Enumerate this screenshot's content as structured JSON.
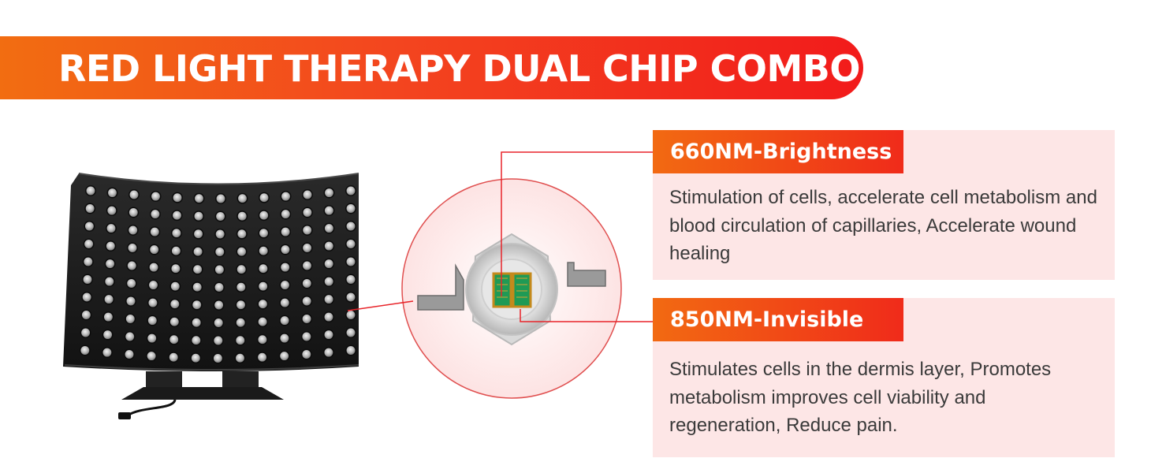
{
  "banner": {
    "title": "RED LIGHT THERAPY DUAL CHIP COMBO"
  },
  "features": [
    {
      "tag": "660NM-Brightness",
      "description": "Stimulation of cells, accelerate cell metabolism and blood circulation of capillaries, Accelerate wound healing"
    },
    {
      "tag": "850NM-Invisible",
      "description": "Stimulates cells in the dermis layer, Promotes metabolism improves cell viability and regeneration, Reduce pain."
    }
  ],
  "colors": {
    "banner_start": "#f26d11",
    "banner_end": "#f21b1b",
    "card_background": "#fde6e6",
    "connector_line": "#e8242a",
    "panel_body": "#1b1b1b"
  },
  "icons": [
    "led-panel-image",
    "led-chip-closeup-image"
  ]
}
